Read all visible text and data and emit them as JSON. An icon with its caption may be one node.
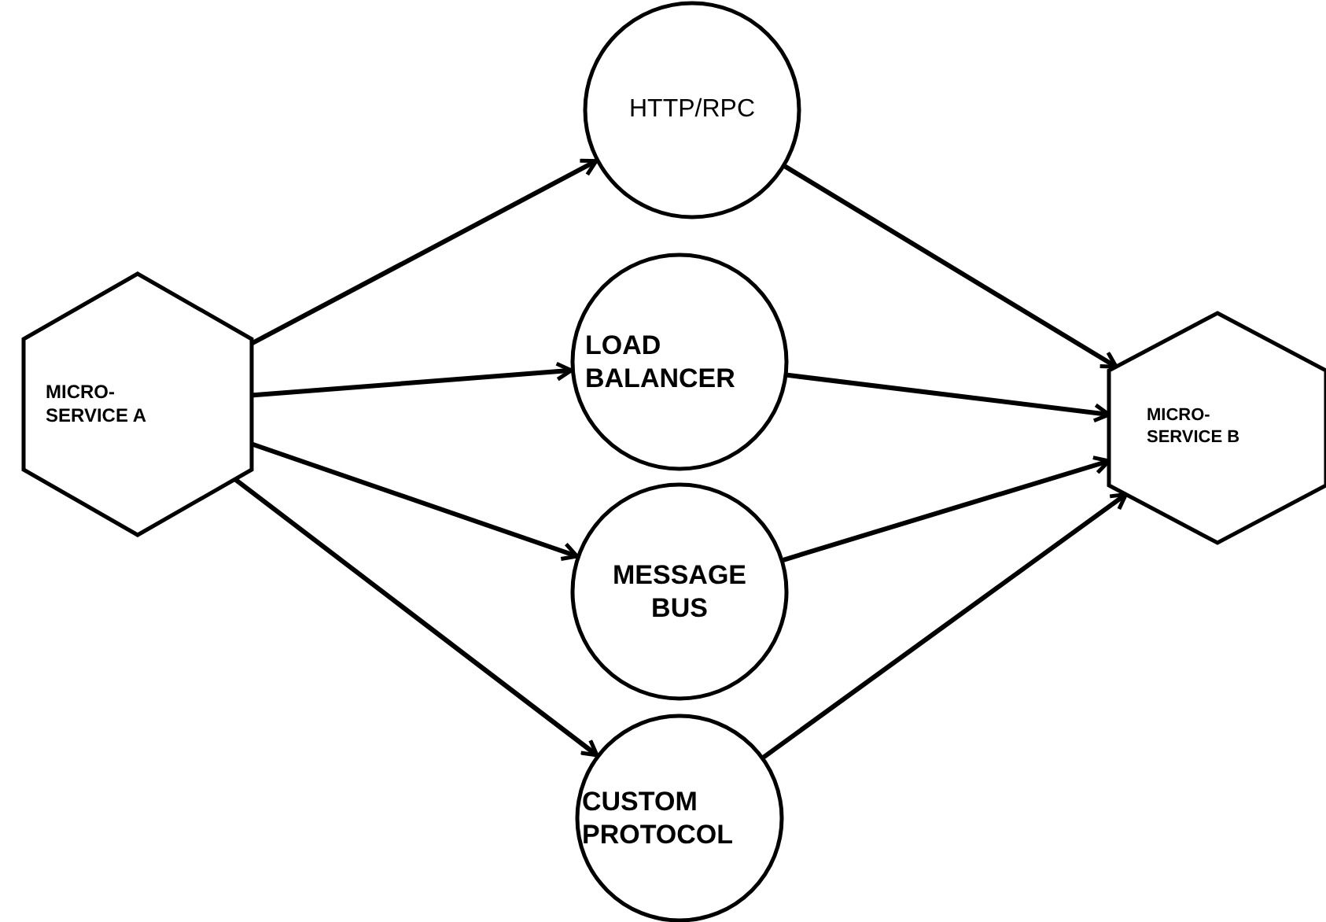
{
  "diagram": {
    "nodes": [
      {
        "text": [
          "MICRO-SERVICE A"
        ]
      },
      {
        "text": [
          "HTTP/RPC"
        ]
      },
      {
        "text": [
          "LOAD BALANCER"
        ]
      },
      {
        "text": [
          "MESSAGE BUS"
        ]
      },
      {
        "text": [
          "CUSTOM PROTOCOL"
        ]
      },
      {
        "text": [
          "MICRO-SERVICE B"
        ]
      }
    ],
    "edges": [
      {
        "from": 0,
        "to": 1,
        "arrow": "to"
      },
      {
        "from": 0,
        "to": 2,
        "arrow": "to"
      },
      {
        "from": 0,
        "to": 3,
        "arrow": "to"
      },
      {
        "from": 0,
        "to": 4,
        "arrow": "to"
      },
      {
        "from": 1,
        "to": 5,
        "arrow": "to"
      },
      {
        "from": 2,
        "to": 5,
        "arrow": "to"
      },
      {
        "from": 3,
        "to": 5,
        "arrow": "to"
      },
      {
        "from": 4,
        "to": 5,
        "arrow": "to"
      }
    ]
  }
}
